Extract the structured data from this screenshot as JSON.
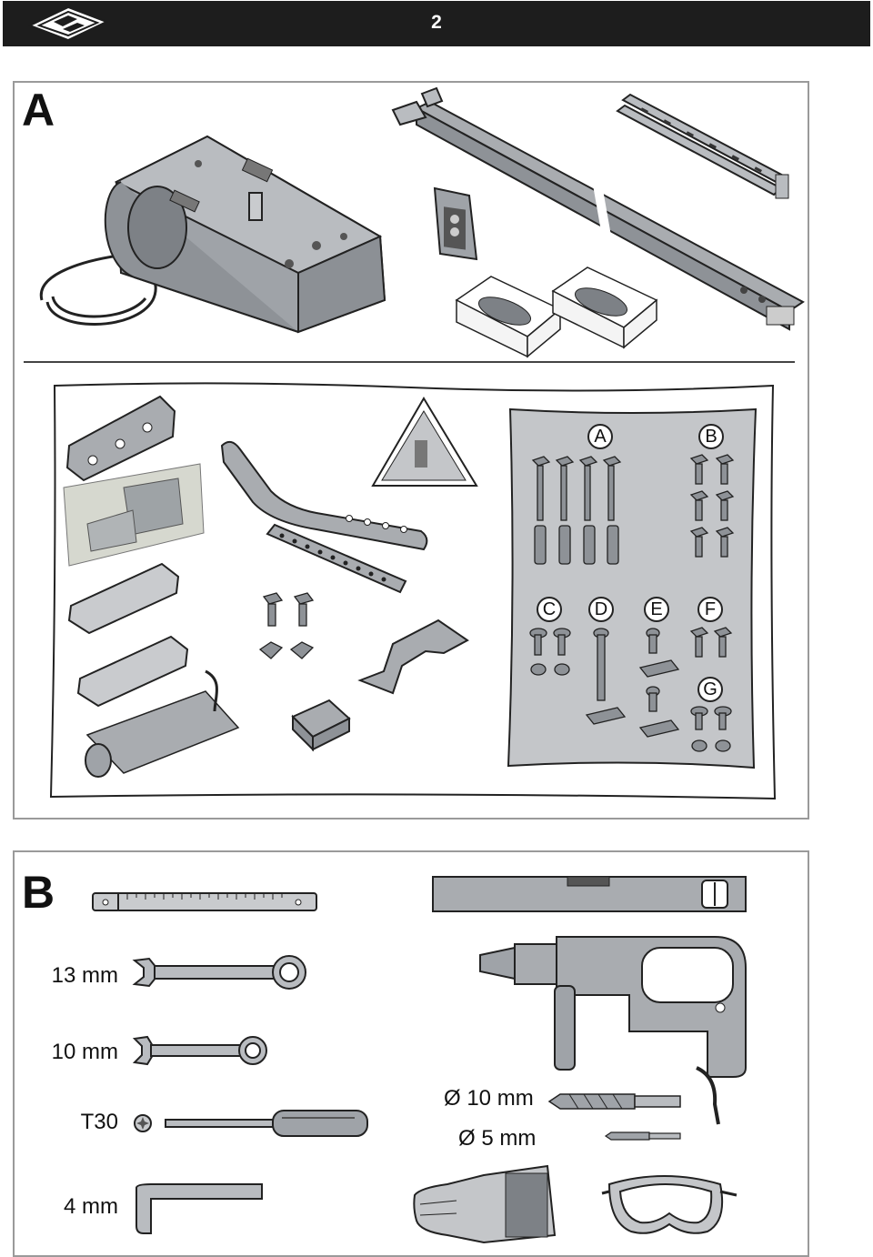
{
  "header": {
    "page_number": "2"
  },
  "section_a": {
    "letter": "A",
    "hardware_bag_labels": [
      "A",
      "B",
      "C",
      "D",
      "E",
      "F",
      "G"
    ]
  },
  "section_b": {
    "letter": "B",
    "tools": [
      {
        "label": "13 mm",
        "icon": "combination-wrench-icon"
      },
      {
        "label": "10 mm",
        "icon": "combination-wrench-icon"
      },
      {
        "label": "T30",
        "icon": "torx-screwdriver-icon"
      },
      {
        "label": "4 mm",
        "icon": "allen-key-icon"
      }
    ],
    "drill_bits": [
      {
        "label": "Ø 10 mm",
        "icon": "drill-bit-icon"
      },
      {
        "label": "Ø 5 mm",
        "icon": "drill-bit-icon"
      }
    ],
    "other_tools": [
      "folding-rule-icon",
      "spirit-level-icon",
      "power-drill-icon",
      "gloves-icon",
      "safety-goggles-icon"
    ]
  },
  "colors": {
    "header_bg": "#1d1d1d",
    "part_grey": "#a9acb0",
    "bag_grey": "#c4c6c9",
    "frame": "#9a9a9a"
  }
}
